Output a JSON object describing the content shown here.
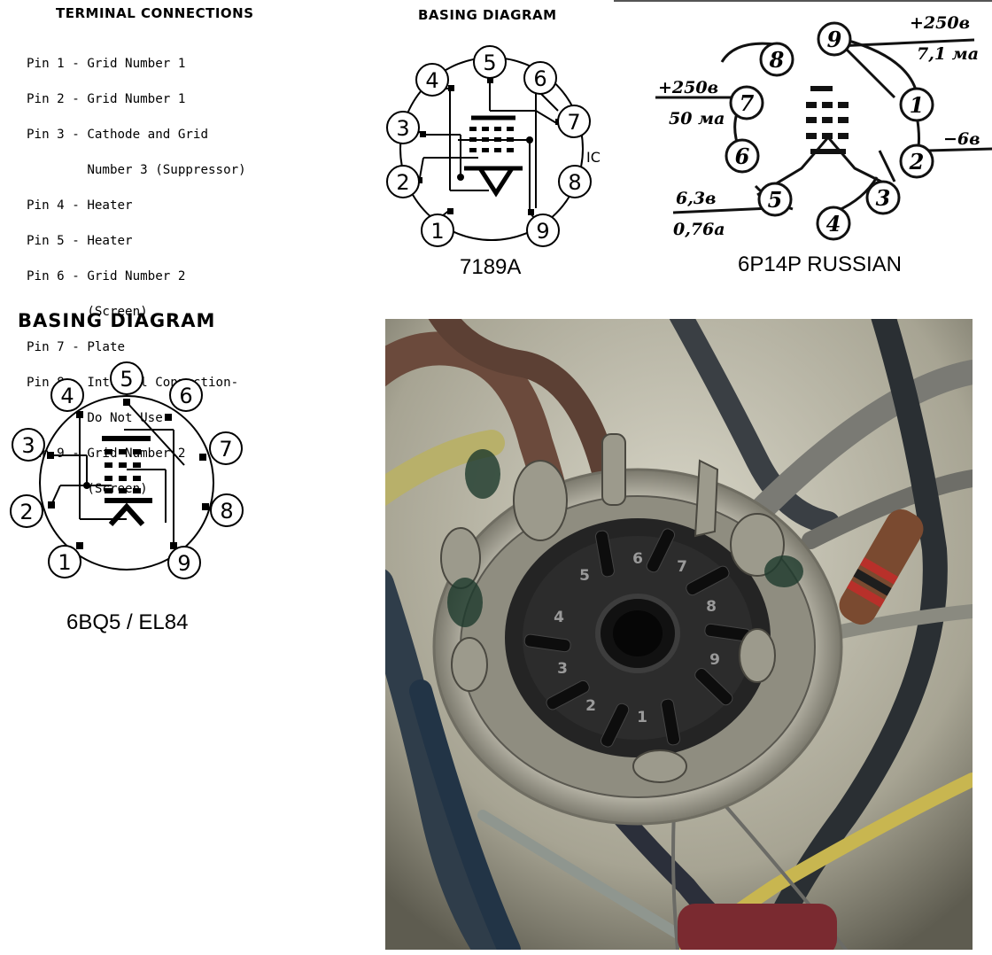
{
  "terminal": {
    "title": "TERMINAL CONNECTIONS",
    "lines": [
      "Pin 1 - Grid Number 1",
      "Pin 2 - Grid Number 1",
      "Pin 3 - Cathode and Grid",
      "        Number 3 (Suppressor)",
      "Pin 4 - Heater",
      "Pin 5 - Heater",
      "Pin 6 - Grid Number 2",
      "        (Screen)",
      "Pin 7 - Plate",
      "Pin 8 - Internal Connection-",
      "        Do Not Use",
      "Pin 9 - Grid Number 2",
      "        (Screen)"
    ]
  },
  "basing_7189a": {
    "title": "BASING DIAGRAM",
    "caption": "7189A",
    "ic_label": "IC",
    "pins": [
      "1",
      "2",
      "3",
      "4",
      "5",
      "6",
      "7",
      "8",
      "9"
    ]
  },
  "russian": {
    "caption": "6P14P RUSSIAN",
    "pins": [
      "1",
      "2",
      "3",
      "4",
      "5",
      "6",
      "7",
      "8",
      "9"
    ],
    "labels": {
      "pin9_voltage": "+250в",
      "pin9_current": "7,1 ма",
      "pin7_voltage": "+250в",
      "pin7_current": "50 ма",
      "pin2_voltage": "−6в",
      "heater_voltage": "6,3в",
      "heater_current": "0,76а"
    }
  },
  "basing_6bq5": {
    "title": "BASING DIAGRAM",
    "caption": "6BQ5 / EL84",
    "pins": [
      "1",
      "2",
      "3",
      "4",
      "5",
      "6",
      "7",
      "8",
      "9"
    ]
  },
  "photo": {
    "socket_numbers": [
      "1",
      "2",
      "3",
      "4",
      "5",
      "6",
      "7",
      "8",
      "9"
    ]
  }
}
